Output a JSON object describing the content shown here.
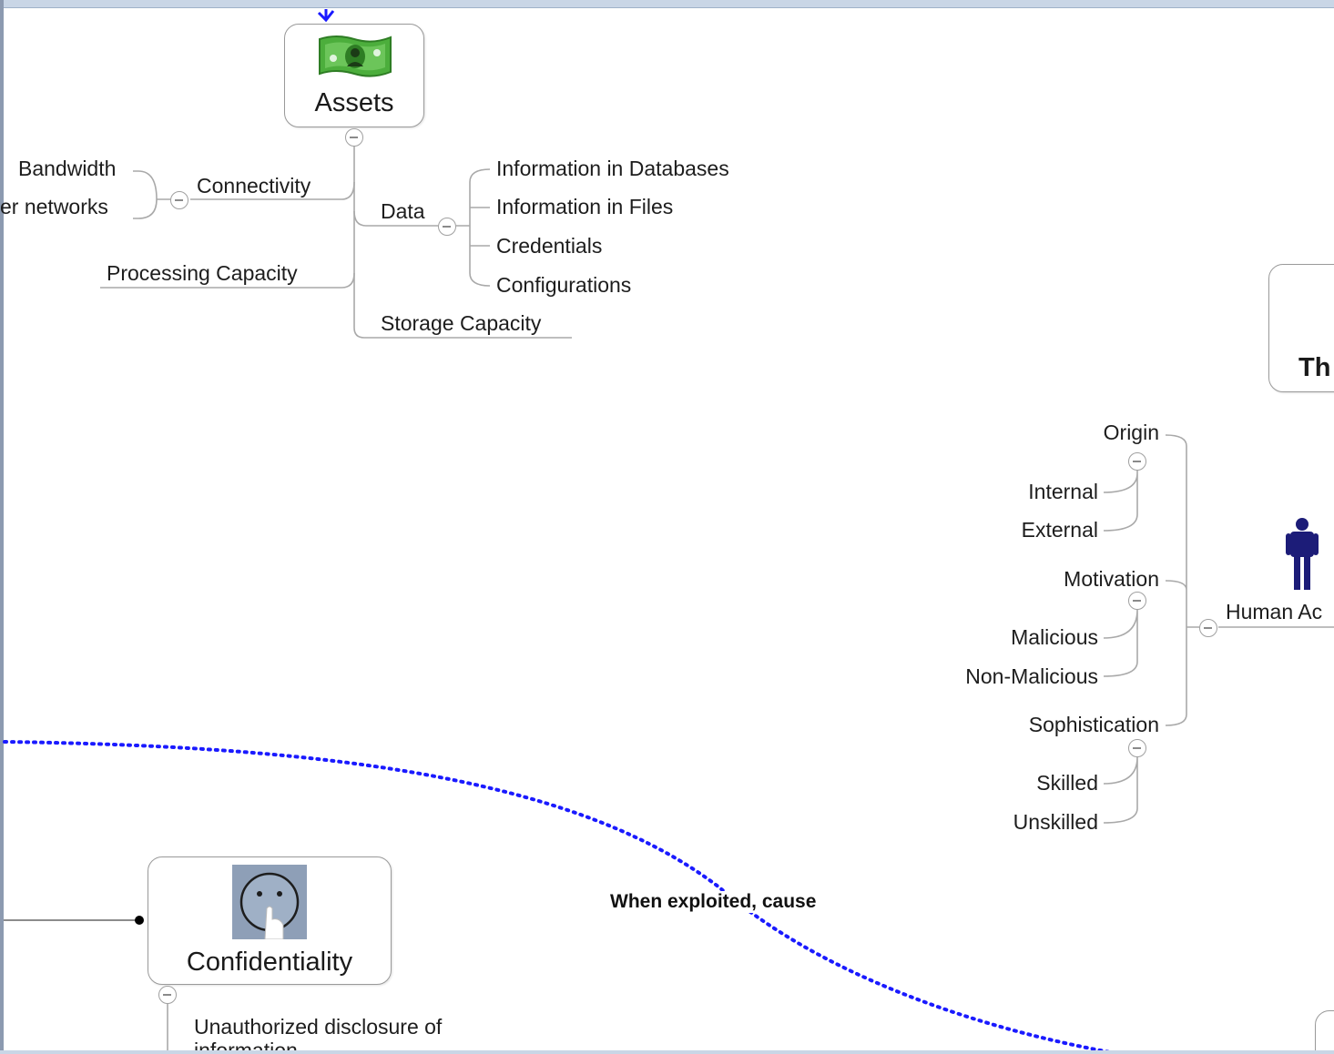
{
  "map": {
    "assets": {
      "title": "Assets",
      "icon": "money-icon",
      "children": {
        "connectivity": {
          "label": "Connectivity",
          "children": [
            "Bandwidth",
            "er networks"
          ]
        },
        "processing": "Processing Capacity",
        "data": {
          "label": "Data",
          "children": [
            "Information in Databases",
            "Information in Files",
            "Credentials",
            "Configurations"
          ]
        },
        "storage": "Storage Capacity"
      }
    },
    "threats_partial_title": "Th",
    "human_actor": {
      "label": "Human Ac",
      "icon": "person-icon",
      "children": {
        "origin": {
          "label": "Origin",
          "children": [
            "Internal",
            "External"
          ]
        },
        "motivation": {
          "label": "Motivation",
          "children": [
            "Malicious",
            "Non-Malicious"
          ]
        },
        "sophistication": {
          "label": "Sophistication",
          "children": [
            "Skilled",
            "Unskilled"
          ]
        }
      }
    },
    "confidentiality": {
      "title": "Confidentiality",
      "icon": "secret-hush-icon",
      "child": "Unauthorized disclosure of information"
    },
    "relationship": {
      "label": "When exploited, cause",
      "color": "#1a1aff"
    }
  },
  "colors": {
    "connector": "#a9a9a9",
    "topic_border": "#9a9a9a",
    "relationship": "#1a1aff",
    "money_green": "#4cae3c",
    "person_navy": "#1c1c78",
    "hush_bg": "#8e9fb7"
  }
}
